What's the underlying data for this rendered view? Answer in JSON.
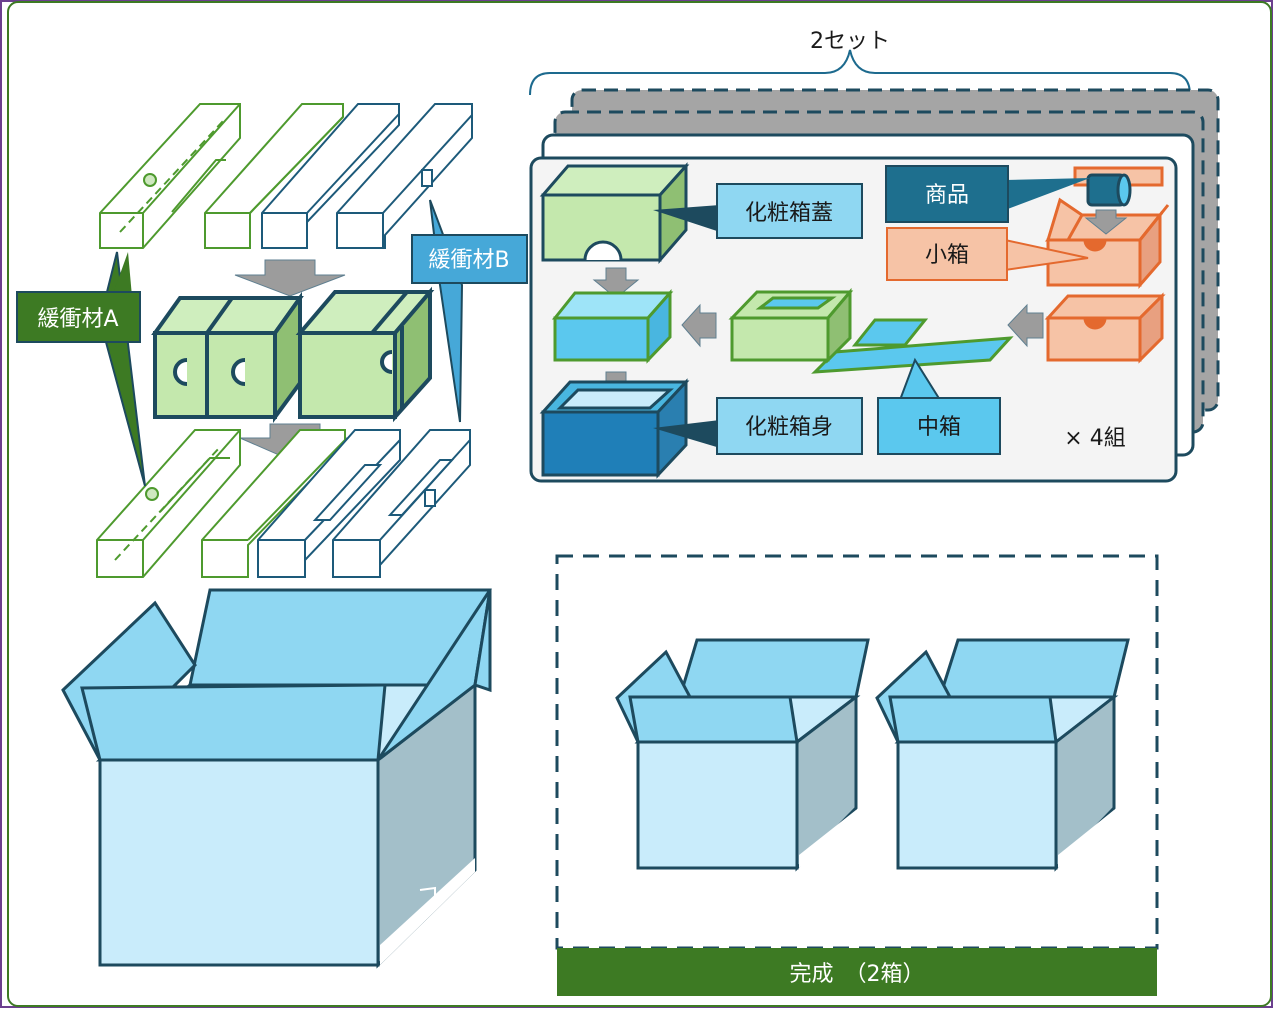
{
  "labels": {
    "sets": "2セット",
    "cushion_a": "緩衝材A",
    "cushion_b": "緩衝材B",
    "lid": "化粧箱蓋",
    "product": "商品",
    "small_box": "小箱",
    "body": "化粧箱身",
    "middle_box": "中箱",
    "times_four": "× 4組",
    "done": "完成　（2箱）"
  },
  "colors": {
    "frame_green": "#3d7a23",
    "frame_purple": "#6b3f8e",
    "navy": "#1d4a5e",
    "light_green": "#c4e8ad",
    "green_side": "#8fbf73",
    "cyan": "#5bc8ee",
    "light_blue": "#c9ecfb",
    "flap_blue": "#8fd7f2",
    "grey_side": "#a3bfc9",
    "orange": "#e4692e",
    "peach": "#f6c3a6",
    "teal_dark": "#1e6f8e",
    "callout_blue": "#a8daf1",
    "arrow_grey": "#9c9c9c"
  }
}
